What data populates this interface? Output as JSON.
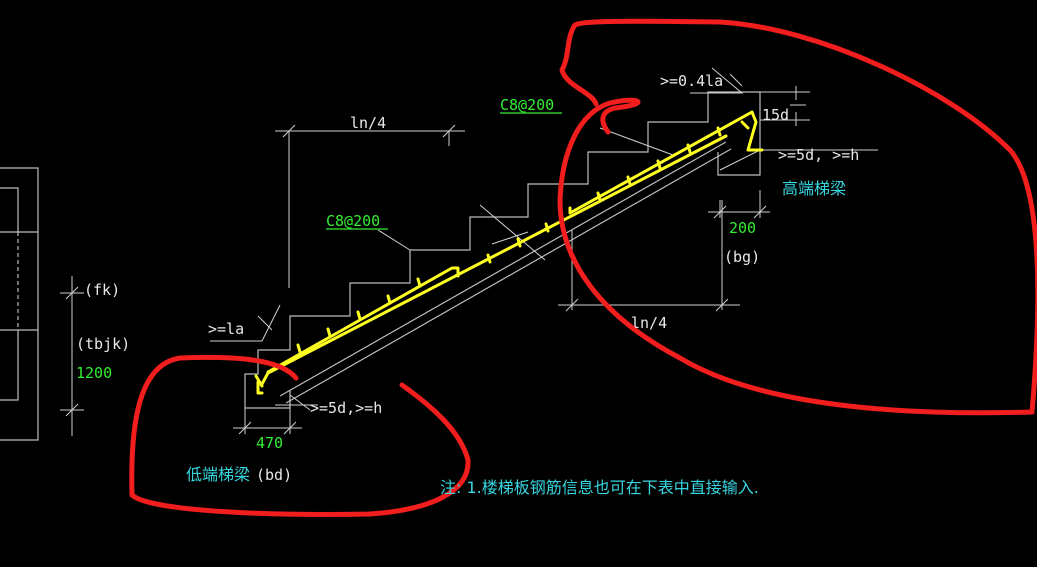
{
  "labels": {
    "top_dim": "ln/4",
    "bottom_dim": "ln/4",
    "rebar_top": "C8@200",
    "rebar_mid": "C8@200",
    "anchor_top": ">=0.4la",
    "hook_len": "15d",
    "high_anchor": ">=5d, >=h",
    "high_beam": "高端梯梁",
    "high_width": "200",
    "high_code": "(bg)",
    "low_anchor_la": ">=la",
    "low_anchor": ">=5d,>=h",
    "low_width": "470",
    "low_beam": "低端梯梁",
    "low_code": "(bd)",
    "left_fk": "(fk)",
    "left_tbjk": "(tbjk)",
    "left_value": "1200",
    "note": "注: 1.楼梯板钢筋信息也可在下表中直接输入."
  },
  "colors": {
    "background": "#000000",
    "outline": "#bdbdbd",
    "rebar": "#ffff22",
    "editable_value": "#33ee33",
    "chinese_label": "#36d6e0",
    "markup": "#f21d1d"
  }
}
